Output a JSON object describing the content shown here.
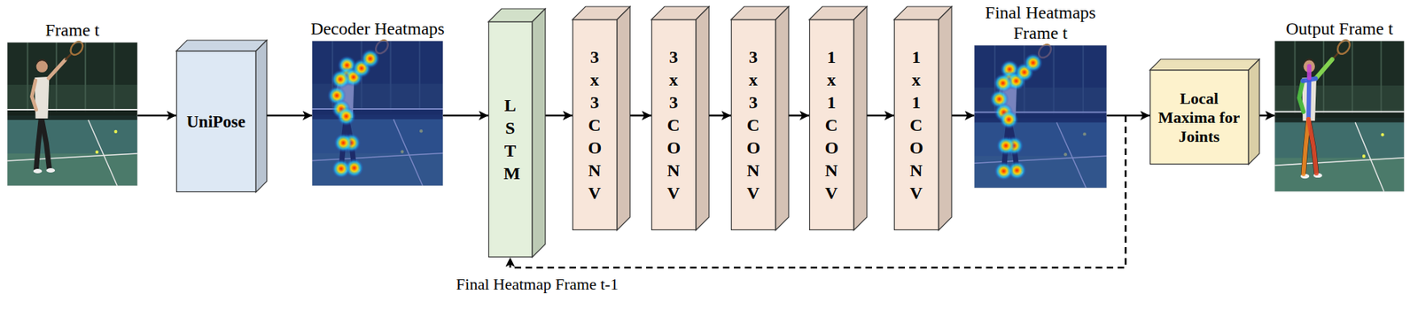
{
  "diagram": {
    "nodes": [
      {
        "text": [
          "Frame t"
        ]
      },
      {
        "text": [
          "UniPose"
        ]
      },
      {
        "text": [
          "Decoder Heatmaps"
        ]
      },
      {
        "text": [
          "LSTM"
        ]
      },
      {
        "text": [
          "3x3 CONV"
        ]
      },
      {
        "text": [
          "3x3 CONV"
        ]
      },
      {
        "text": [
          "3x3 CONV"
        ]
      },
      {
        "text": [
          "1x1 CONV"
        ]
      },
      {
        "text": [
          "1x1 CONV"
        ]
      },
      {
        "text": [
          "Final Heatmaps Frame t"
        ]
      },
      {
        "text": [
          "Local Maxima for Joints"
        ]
      },
      {
        "text": [
          "Output Frame t"
        ]
      }
    ],
    "edges": [
      {
        "from": 0,
        "to": 1,
        "arrow": "to"
      },
      {
        "from": 1,
        "to": 2,
        "arrow": "to"
      },
      {
        "from": 2,
        "to": 3,
        "arrow": "to"
      },
      {
        "from": 3,
        "to": 4,
        "arrow": "to"
      },
      {
        "from": 4,
        "to": 5,
        "arrow": "to"
      },
      {
        "from": 5,
        "to": 6,
        "arrow": "to"
      },
      {
        "from": 6,
        "to": 7,
        "arrow": "to"
      },
      {
        "from": 7,
        "to": 8,
        "arrow": "to"
      },
      {
        "from": 8,
        "to": 9,
        "arrow": "to"
      },
      {
        "from": 9,
        "to": 10,
        "arrow": "to"
      },
      {
        "from": 10,
        "to": 11,
        "arrow": "to"
      },
      {
        "from": 9,
        "to": 3,
        "arrow": "to",
        "label": "Final Heatmap Frame t-1"
      }
    ]
  }
}
